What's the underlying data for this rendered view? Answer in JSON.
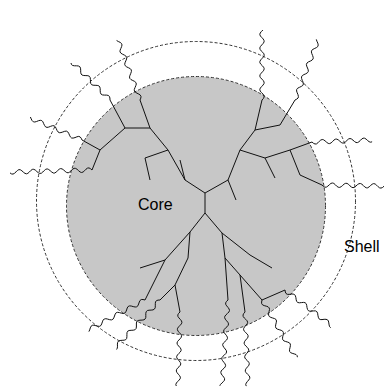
{
  "diagram": {
    "nodes": [
      {
        "text": [
          "Shell"
        ]
      },
      {
        "text": [
          "Core"
        ],
        "in": 0
      }
    ]
  }
}
